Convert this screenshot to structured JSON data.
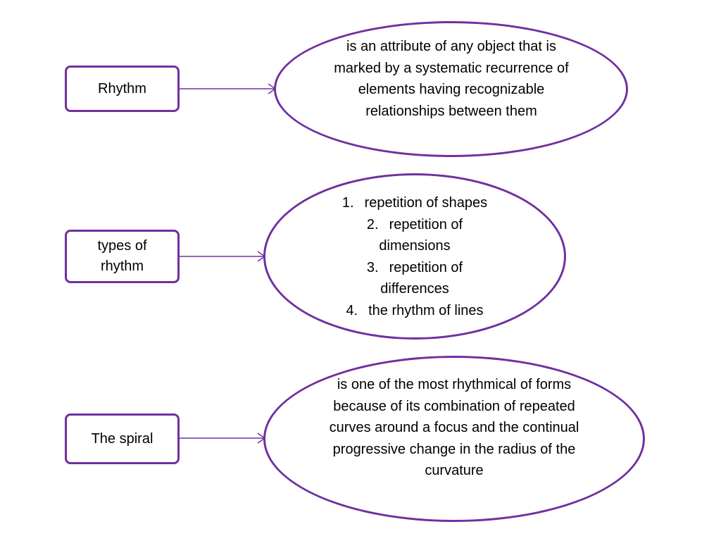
{
  "colors": {
    "accent": "#7030a0",
    "background": "#ffffff",
    "text": "#000000"
  },
  "rows": [
    {
      "term": "Rhythm",
      "definition": "is an attribute of any object that is marked by a systematic recurrence of elements having recognizable relationships between them"
    },
    {
      "term": "types of rhythm",
      "types": [
        {
          "number": "1.",
          "text": "repetition of shapes"
        },
        {
          "number": "2.",
          "text": "repetition of dimensions"
        },
        {
          "number": "3.",
          "text": "repetition of differences"
        },
        {
          "number": "4.",
          "text": "the rhythm of lines"
        }
      ]
    },
    {
      "term": "The spiral",
      "definition": "is one of the most rhythmical of forms because of its combination of repeated curves around a focus and the continual progressive change in the radius of the curvature"
    }
  ]
}
